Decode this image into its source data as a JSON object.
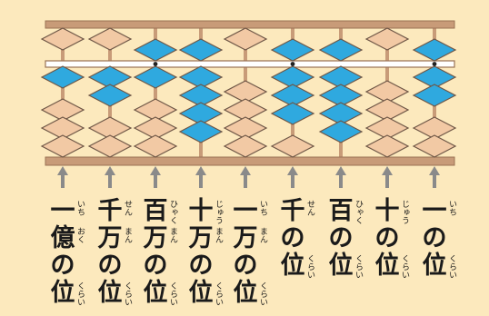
{
  "colors": {
    "background": "#fce9bd",
    "frame": "#c89b78",
    "frame_edge": "#9a7254",
    "rod": "#c89b78",
    "bead_default": "#f2c9a4",
    "bead_active": "#2fa9df",
    "bead_edge": "#6e5646",
    "arrow": "#8a8a8a"
  },
  "abacus": {
    "rods": 9,
    "heaven_active": [
      false,
      false,
      true,
      true,
      false,
      true,
      true,
      false,
      true
    ],
    "earth_active": [
      1,
      2,
      1,
      4,
      0,
      3,
      4,
      0,
      2
    ],
    "unit_dots": [
      2,
      5,
      8
    ]
  },
  "place_labels": [
    {
      "chars": [
        "一",
        "億",
        "の",
        "位"
      ],
      "ruby": [
        "いち",
        "おく",
        "",
        "くらい"
      ]
    },
    {
      "chars": [
        "千",
        "万",
        "の",
        "位"
      ],
      "ruby": [
        "せん",
        "まん",
        "",
        "くらい"
      ]
    },
    {
      "chars": [
        "百",
        "万",
        "の",
        "位"
      ],
      "ruby": [
        "ひゃく",
        "まん",
        "",
        "くらい"
      ]
    },
    {
      "chars": [
        "十",
        "万",
        "の",
        "位"
      ],
      "ruby": [
        "じゅう",
        "まん",
        "",
        "くらい"
      ]
    },
    {
      "chars": [
        "一",
        "万",
        "の",
        "位"
      ],
      "ruby": [
        "いち",
        "まん",
        "",
        "くらい"
      ]
    },
    {
      "chars": [
        "千",
        "の",
        "位"
      ],
      "ruby": [
        "せん",
        "",
        "くらい"
      ]
    },
    {
      "chars": [
        "百",
        "の",
        "位"
      ],
      "ruby": [
        "ひゃく",
        "",
        "くらい"
      ]
    },
    {
      "chars": [
        "十",
        "の",
        "位"
      ],
      "ruby": [
        "じゅう",
        "",
        "くらい"
      ]
    },
    {
      "chars": [
        "一",
        "の",
        "位"
      ],
      "ruby": [
        "いち",
        "",
        "くらい"
      ]
    }
  ]
}
